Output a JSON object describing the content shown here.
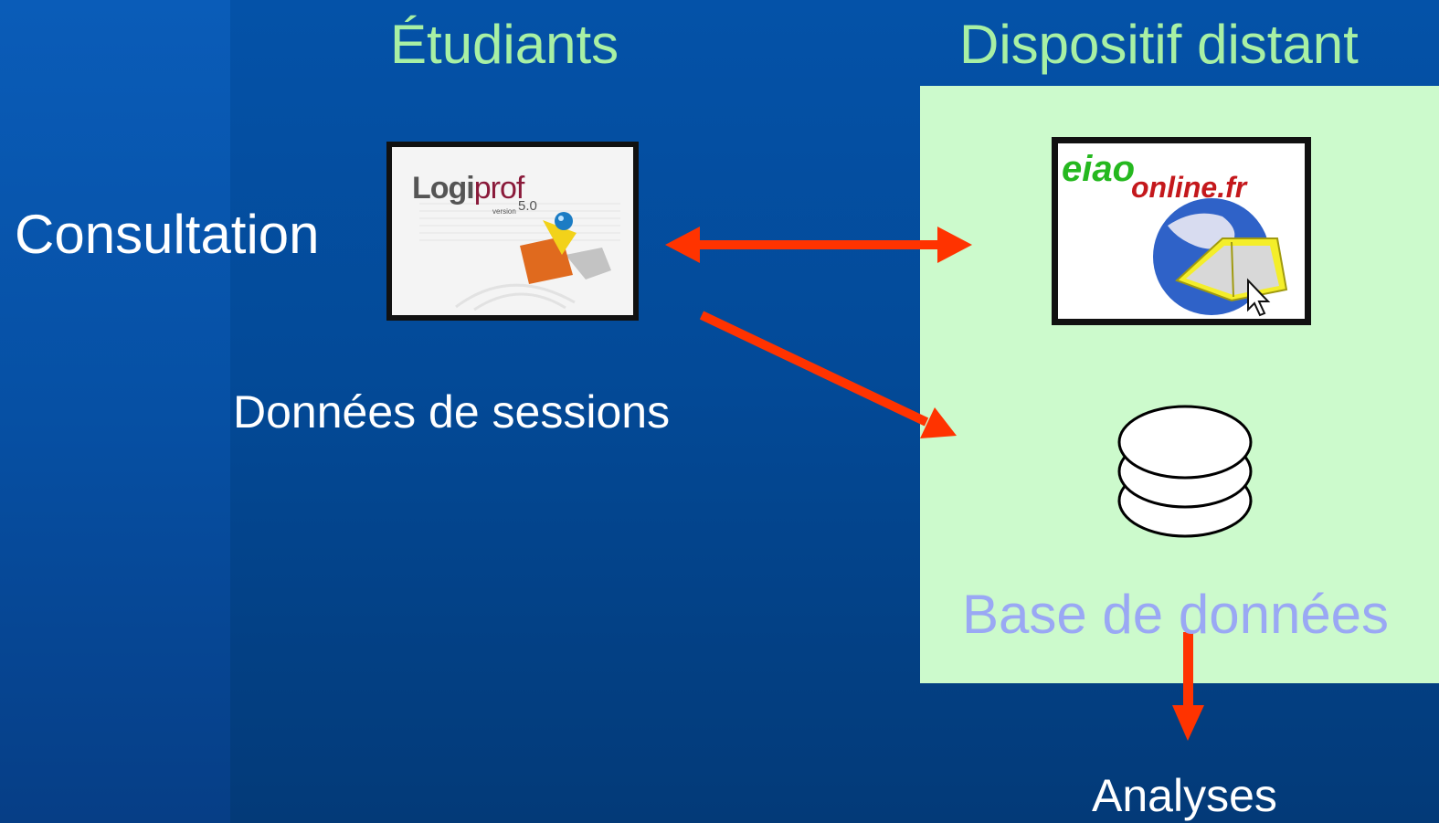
{
  "headers": {
    "students": "Étudiants",
    "remote": "Dispositif distant"
  },
  "labels": {
    "consultation": "Consultation",
    "session_data": "Données de sessions",
    "database": "Base de données",
    "analyses": "Analyses"
  },
  "logos": {
    "logiprof": {
      "name_bold": "Logi",
      "name_light": "prof",
      "version_word": "version",
      "version": "5.0"
    },
    "eiao": {
      "part1": "eiao",
      "part2": "online.fr"
    }
  },
  "colors": {
    "background": "#0452a8",
    "panel": "#ccfacc",
    "header_text": "#a8f0a4",
    "database_text": "#9aa8f4",
    "arrow": "#ff3300"
  }
}
